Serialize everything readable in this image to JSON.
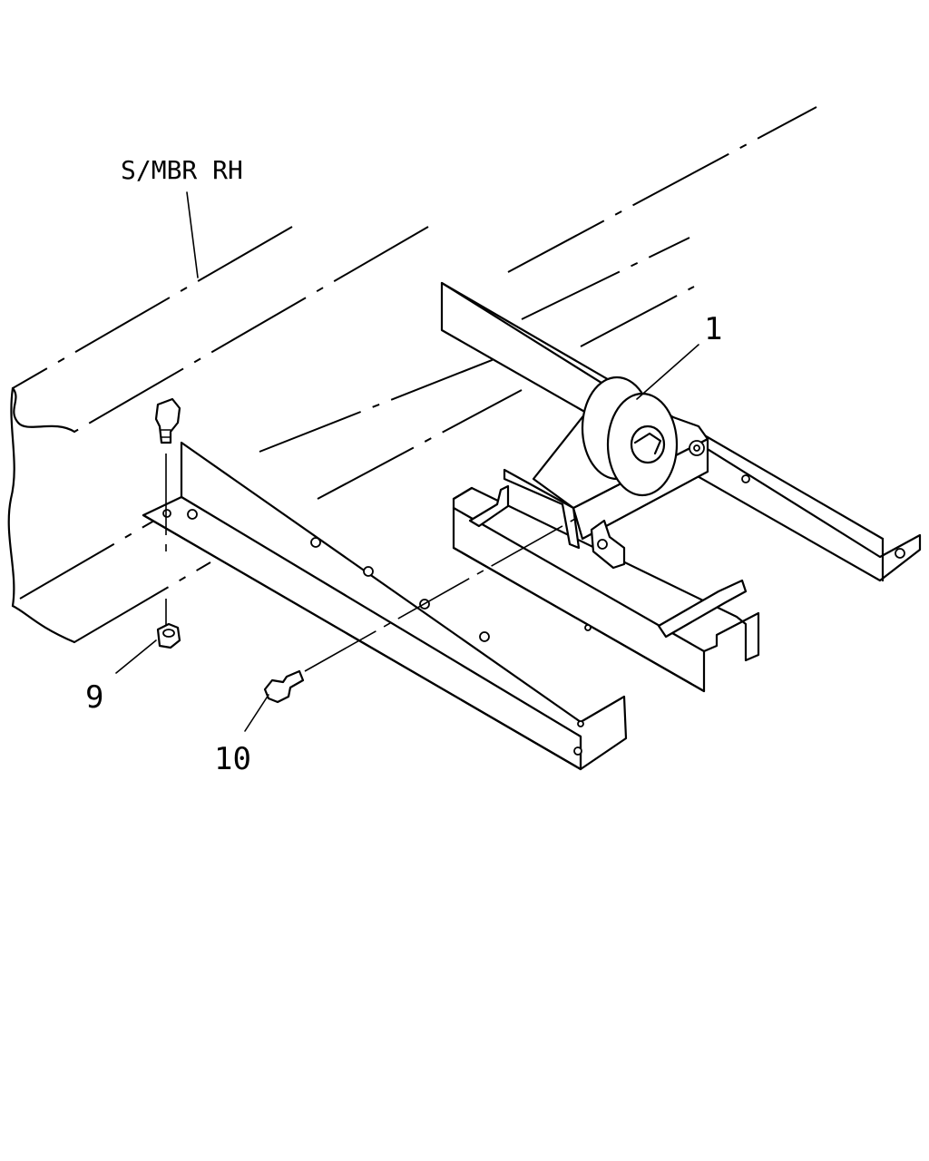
{
  "diagram": {
    "labels": {
      "frame_member": "S/MBR RH",
      "callout_1": "1",
      "callout_9": "9",
      "callout_10": "10"
    }
  }
}
